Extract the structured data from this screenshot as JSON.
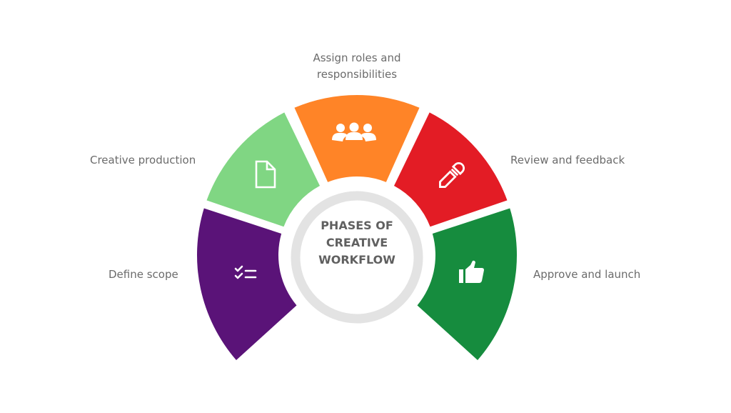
{
  "center": {
    "title_lines": [
      "PHASES OF",
      "CREATIVE",
      "WORKFLOW"
    ]
  },
  "phases": [
    {
      "label": "Define scope",
      "color": "#5A1378",
      "icon": "checklist-icon"
    },
    {
      "label": "Creative production",
      "color": "#80D683",
      "icon": "document-icon"
    },
    {
      "label": "Assign roles and responsibilities",
      "label_lines": [
        "Assign roles and",
        "responsibilities"
      ],
      "color": "#FF8427",
      "icon": "team-icon"
    },
    {
      "label": "Review and feedback",
      "color": "#E31C25",
      "icon": "pen-icon"
    },
    {
      "label": "Approve and launch",
      "color": "#168C3E",
      "icon": "thumbs-up-icon"
    }
  ],
  "colors": {
    "ring": "#E3E3E3",
    "label_text": "#6B6B6B",
    "center_text": "#606060",
    "icon": "#FFFFFF"
  }
}
